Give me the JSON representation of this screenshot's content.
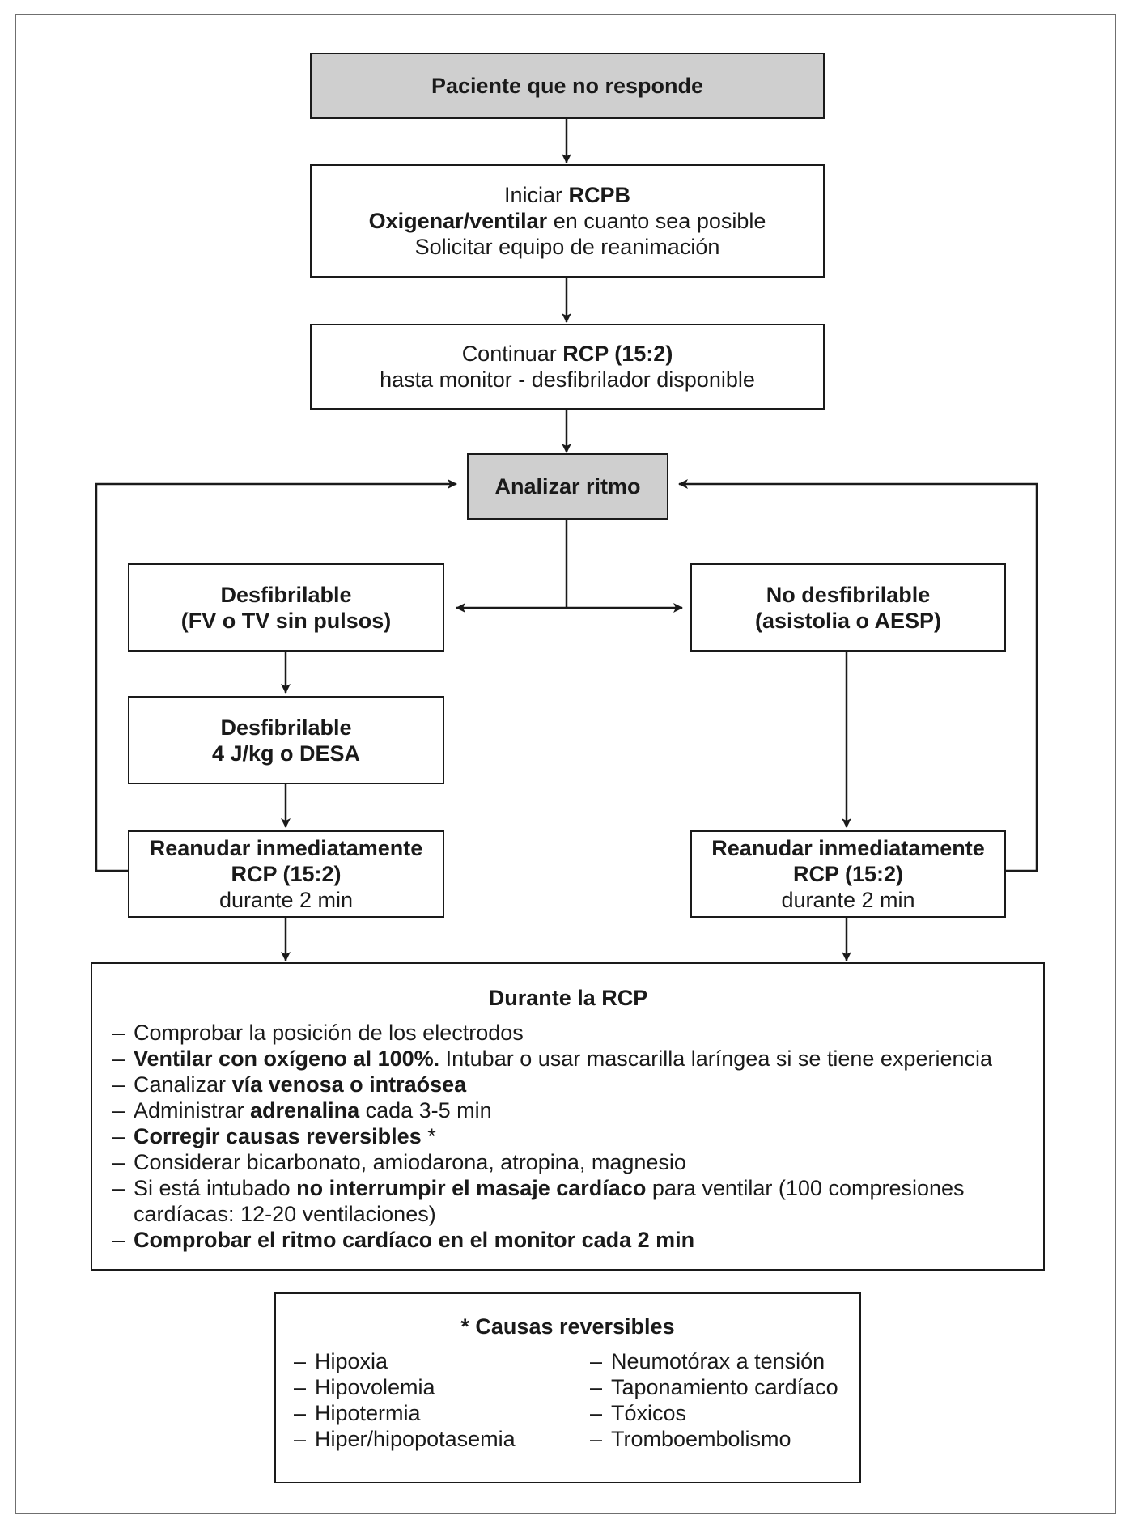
{
  "flow": {
    "start": "Paciente que no responde",
    "init": {
      "line1_pre": "Iniciar ",
      "line1_bold": "RCPB",
      "line2_bold": "Oxigenar/ventilar",
      "line2_post": " en cuanto sea posible",
      "line3": "Solicitar equipo de reanimación"
    },
    "continue": {
      "line1_pre": "Continuar ",
      "line1_bold": "RCP (15:2)",
      "line2": "hasta monitor - desfibrilador disponible"
    },
    "analyze": "Analizar ritmo",
    "shockable": {
      "line1": "Desfibrilable",
      "line2": "(FV o TV sin pulsos)"
    },
    "shock": {
      "line1": "Desfibrilable",
      "line2": "4 J/kg o DESA"
    },
    "resume_left": {
      "line1": "Reanudar inmediatamente",
      "line2": "RCP (15:2)",
      "line3": "durante 2 min"
    },
    "nonshockable": {
      "line1": "No desfibrilable",
      "line2": "(asistolia o AESP)"
    },
    "resume_right": {
      "line1": "Reanudar inmediatamente",
      "line2": "RCP (15:2)",
      "line3": "durante 2 min"
    }
  },
  "during": {
    "title": "Durante la RCP",
    "dash": "–",
    "items": [
      {
        "pre": "Comprobar la posición de los electrodos"
      },
      {
        "bold": "Ventilar con oxígeno al 100%.",
        "post": " Intubar o usar mascarilla laríngea si se tiene experiencia"
      },
      {
        "pre": "Canalizar ",
        "bold": "vía venosa o intraósea"
      },
      {
        "pre": "Administrar ",
        "bold": "adrenalina",
        "post": " cada 3-5 min"
      },
      {
        "bold": "Corregir causas reversibles",
        "post": " *"
      },
      {
        "pre": "Considerar bicarbonato, amiodarona, atropina, magnesio"
      },
      {
        "pre": "Si está intubado ",
        "bold": "no interrumpir el masaje cardíaco",
        "post": " para ventilar (100 compresiones cardíacas: 12-20 ventilaciones)"
      },
      {
        "bold": "Comprobar el ritmo cardíaco en el monitor cada 2 min"
      }
    ]
  },
  "causes": {
    "title": "* Causas reversibles",
    "dash": "–",
    "left": [
      "Hipoxia",
      "Hipovolemia",
      "Hipotermia",
      "Hiper/hipopotasemia"
    ],
    "right": [
      "Neumotórax a tensión",
      "Taponamiento cardíaco",
      "Tóxicos",
      "Tromboembolismo"
    ]
  }
}
